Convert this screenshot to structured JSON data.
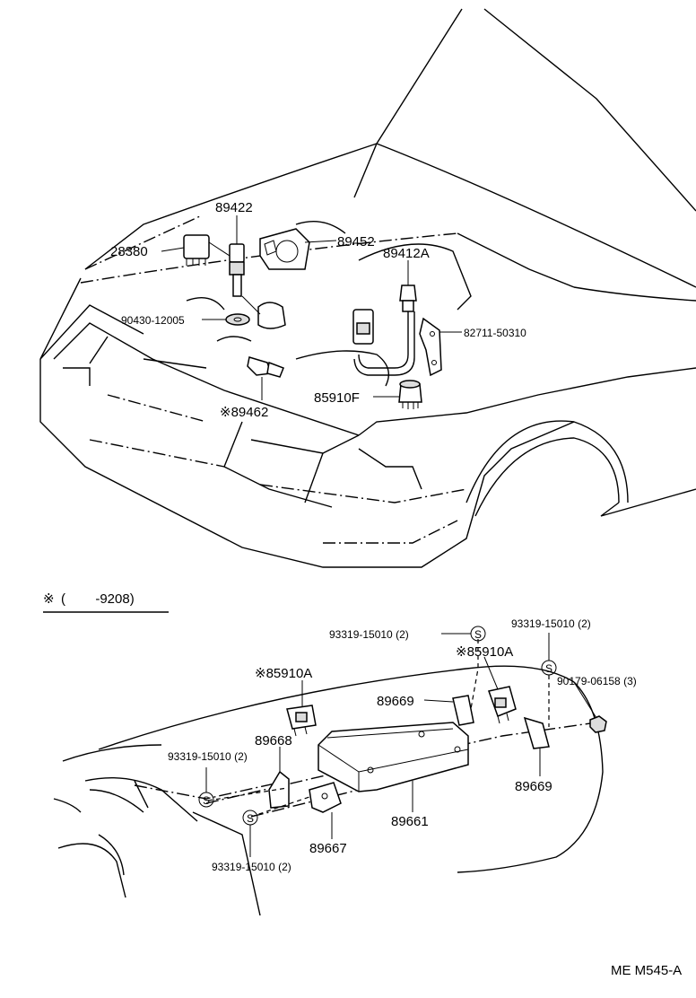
{
  "upper": {
    "p28380": "28380",
    "p89422": "89422",
    "p89452": "89452",
    "p89412A": "89412A",
    "p90430": "90430-12005",
    "p82711": "82711-50310",
    "p85910F": "85910F",
    "p89462": "※89462"
  },
  "legend": {
    "mark": "※",
    "range": "(        -9208)"
  },
  "lower": {
    "sc_top": "93319-15010 (2)",
    "sc_right": "93319-15010 (2)",
    "p85910A_center": "※85910A",
    "p85910A_left": "※85910A",
    "nut": "90179-06158 (3)",
    "p89669_top": "89669",
    "p89668": "89668",
    "sc_left": "93319-15010 (2)",
    "p89669_right": "89669",
    "p89661": "89661",
    "p89667": "89667",
    "sc_bottom": "93319-15010 (2)",
    "screw_mark": "S"
  },
  "footer": {
    "code": "ME M545-A"
  }
}
